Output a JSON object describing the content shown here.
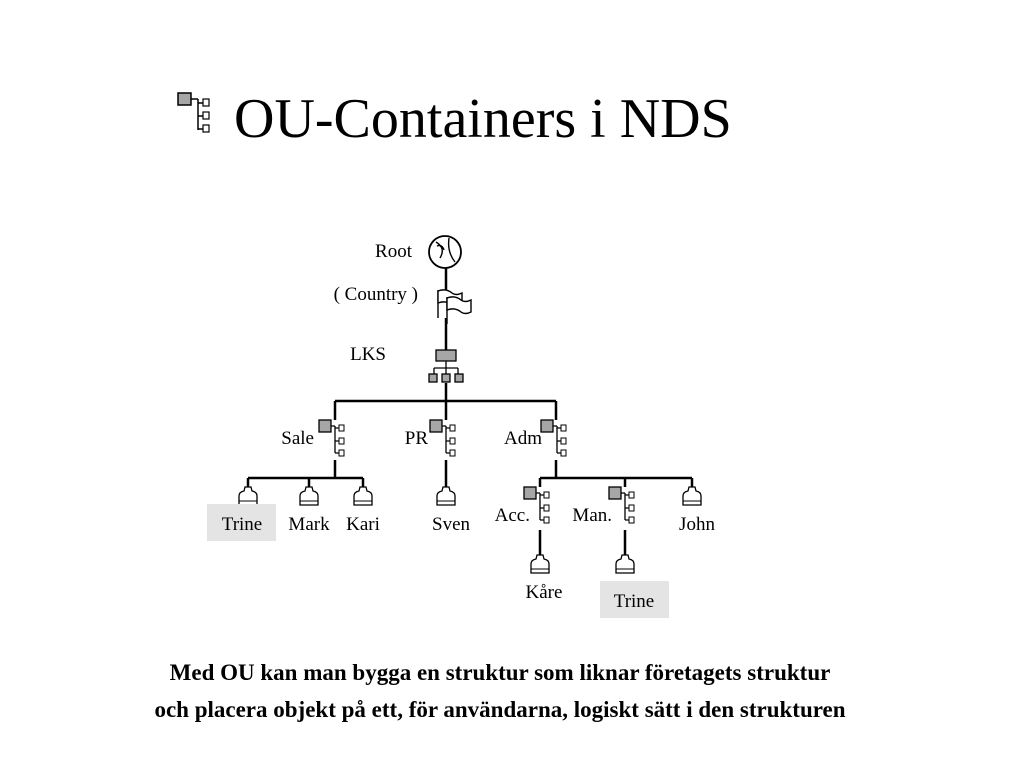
{
  "title": "OU-Containers i NDS",
  "icons": {
    "title": "ou-container-icon",
    "root": "globe-icon",
    "country": "flags-icon",
    "organization": "organization-icon",
    "ou": "ou-container-icon",
    "user": "user-icon"
  },
  "tree": {
    "root": "Root",
    "country": "( Country )",
    "organization": "LKS",
    "ous": [
      "Sale",
      "PR",
      "Adm"
    ],
    "sub_ous": [
      "Acc.",
      "Man."
    ],
    "users": {
      "sale": [
        "Trine",
        "Mark",
        "Kari"
      ],
      "pr": [
        "Sven"
      ],
      "adm": [
        "John"
      ],
      "acc": [
        "Kåre"
      ],
      "man": [
        "Trine"
      ]
    }
  },
  "caption": [
    "Med OU kan man bygga en struktur som liknar företagets struktur",
    "och placera objekt på ett, för användarna, logiskt sätt i den strukturen"
  ],
  "colors": {
    "container_fill": "#a6a6a6",
    "highlight": "#e4e4e4",
    "line": "#000000"
  }
}
